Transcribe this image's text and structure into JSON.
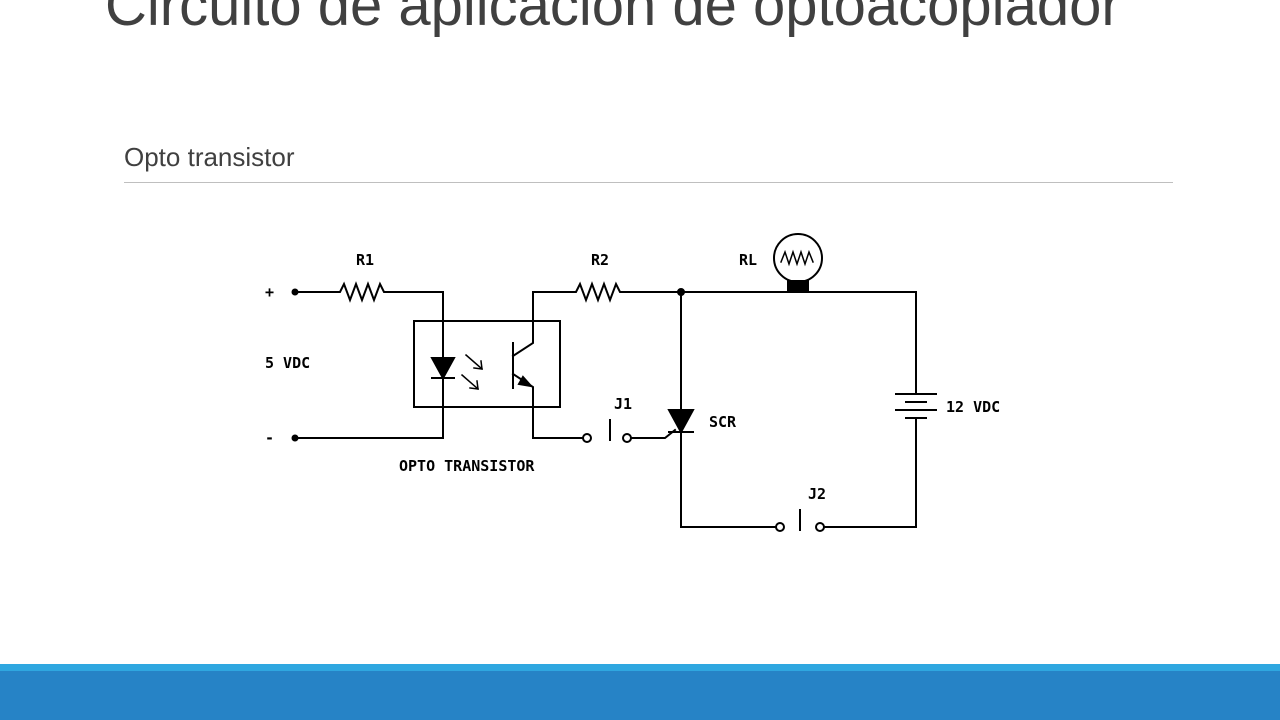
{
  "slide": {
    "title": "Circuito de aplicación de optoacoplador",
    "subtitle": "Opto transistor"
  },
  "diagram": {
    "labels": {
      "r1": "R1",
      "r2": "R2",
      "rl": "RL",
      "plus": "+",
      "minus": "-",
      "input_voltage": "5 VDC",
      "supply_voltage": "12 VDC",
      "j1": "J1",
      "j2": "J2",
      "scr": "SCR",
      "opto": "OPTO TRANSISTOR"
    }
  },
  "colors": {
    "title_text": "#404040",
    "rule": "#bfbfbf",
    "footer_accent": "#2fa7e0",
    "footer_bar": "#2683c6"
  }
}
